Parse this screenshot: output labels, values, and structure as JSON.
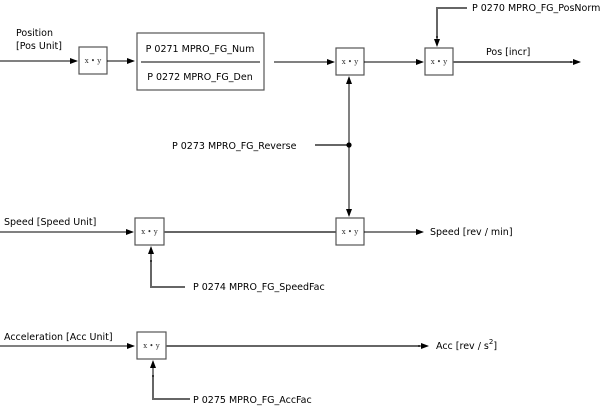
{
  "diagram": {
    "inputs": {
      "position": [
        "Position",
        "[Pos Unit]"
      ],
      "speed": "Speed [Speed Unit]",
      "acceleration": "Acceleration [Acc Unit]"
    },
    "outputs": {
      "position": "Pos [incr]",
      "speed": "Speed [rev / min]",
      "acceleration_prefix": "Acc [rev / s",
      "acceleration_sup": "2",
      "acceleration_suffix": "]"
    },
    "multiplier_label": "x • y",
    "fraction_box": {
      "numerator": "P 0271 MPRO_FG_Num",
      "denominator": "P 0272 MPRO_FG_Den"
    },
    "parameters": {
      "pos_norm": "P 0270 MPRO_FG_PosNorm",
      "reverse": "P 0273 MPRO_FG_Reverse",
      "speed_fac": "P 0274 MPRO_FG_SpeedFac",
      "acc_fac": "P 0275 MPRO_FG_AccFac"
    }
  }
}
